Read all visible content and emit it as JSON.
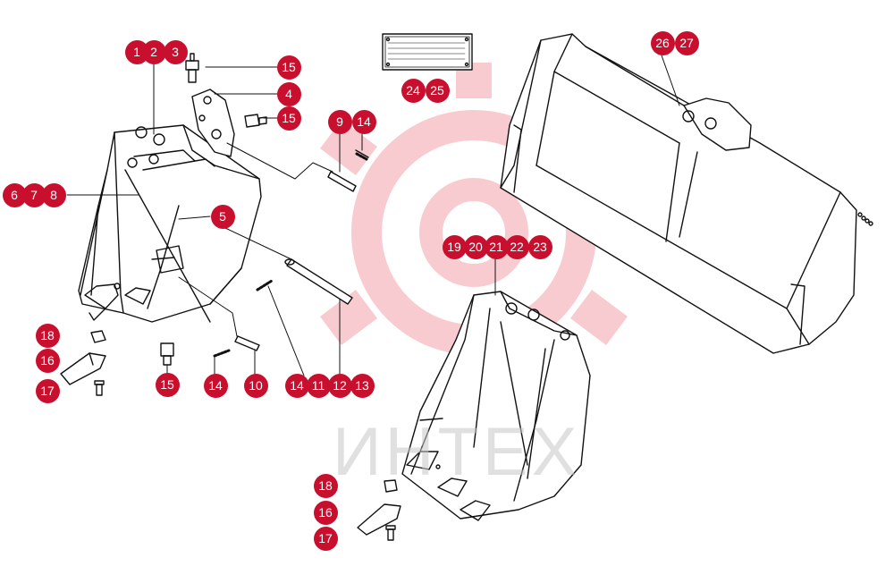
{
  "diagram": {
    "type": "exploded-parts-diagram",
    "colors": {
      "callout_fill": "#c8102e",
      "callout_text": "#ffffff",
      "line": "#111111",
      "watermark_gear": "#f7c2c8",
      "watermark_text": "#c8c8c8"
    },
    "watermark_text": "ИНТЕХ",
    "callouts": [
      {
        "id": "c1",
        "label": "1"
      },
      {
        "id": "c2",
        "label": "2"
      },
      {
        "id": "c3",
        "label": "3"
      },
      {
        "id": "c15a",
        "label": "15"
      },
      {
        "id": "c4",
        "label": "4"
      },
      {
        "id": "c15b",
        "label": "15"
      },
      {
        "id": "c6",
        "label": "6"
      },
      {
        "id": "c7",
        "label": "7"
      },
      {
        "id": "c8",
        "label": "8"
      },
      {
        "id": "c5",
        "label": "5"
      },
      {
        "id": "c9",
        "label": "9"
      },
      {
        "id": "c14a",
        "label": "14"
      },
      {
        "id": "c24",
        "label": "24"
      },
      {
        "id": "c25",
        "label": "25"
      },
      {
        "id": "c26",
        "label": "26"
      },
      {
        "id": "c27",
        "label": "27"
      },
      {
        "id": "c19",
        "label": "19"
      },
      {
        "id": "c20",
        "label": "20"
      },
      {
        "id": "c21",
        "label": "21"
      },
      {
        "id": "c22",
        "label": "22"
      },
      {
        "id": "c23",
        "label": "23"
      },
      {
        "id": "c18a",
        "label": "18"
      },
      {
        "id": "c16a",
        "label": "16"
      },
      {
        "id": "c17a",
        "label": "17"
      },
      {
        "id": "c15c",
        "label": "15"
      },
      {
        "id": "c14b",
        "label": "14"
      },
      {
        "id": "c10",
        "label": "10"
      },
      {
        "id": "c14c",
        "label": "14"
      },
      {
        "id": "c11",
        "label": "11"
      },
      {
        "id": "c12",
        "label": "12"
      },
      {
        "id": "c13",
        "label": "13"
      },
      {
        "id": "c18b",
        "label": "18"
      },
      {
        "id": "c16b",
        "label": "16"
      },
      {
        "id": "c17b",
        "label": "17"
      }
    ],
    "parts": [
      {
        "id": "bucket-narrow-left",
        "icon": "trench-bucket-icon"
      },
      {
        "id": "bucket-narrow-right",
        "icon": "trench-bucket-icon"
      },
      {
        "id": "bucket-wide",
        "icon": "loader-bucket-icon"
      },
      {
        "id": "rating-plate",
        "icon": "nameplate-icon"
      },
      {
        "id": "grease-nipples",
        "icon": "grease-nipple-icon"
      },
      {
        "id": "pins",
        "icon": "pin-icon"
      },
      {
        "id": "teeth",
        "icon": "tooth-icon"
      }
    ]
  }
}
